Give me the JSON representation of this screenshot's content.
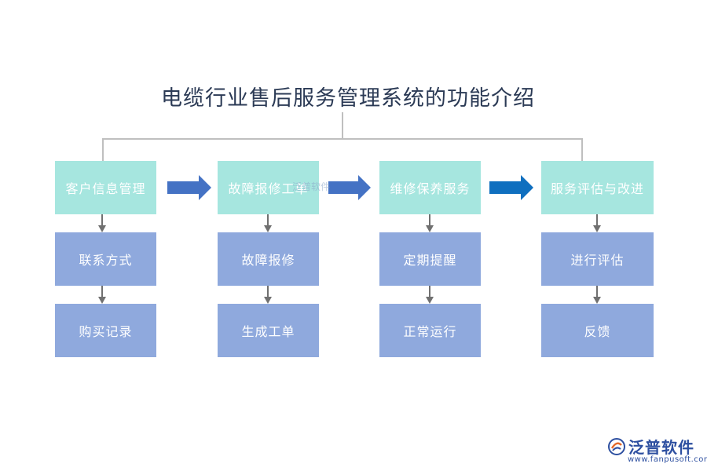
{
  "title": "电缆行业售后服务管理系统的功能介绍",
  "columns": [
    {
      "main": "客户信息管理",
      "steps": [
        "联系方式",
        "购买记录"
      ]
    },
    {
      "main": "故障报修工单",
      "steps": [
        "故障报修",
        "生成工单"
      ]
    },
    {
      "main": "维修保养服务",
      "steps": [
        "定期提醒",
        "正常运行"
      ]
    },
    {
      "main": "服务评估与改进",
      "steps": [
        "进行评估",
        "反馈"
      ]
    }
  ],
  "watermark": "泛普软件",
  "logo": {
    "text": "泛普软件",
    "url": "www.fanpusoft.com"
  },
  "colors": {
    "title": "#2b3a55",
    "main_box": "#a6e6df",
    "step_box": "#8fa9dd",
    "connector": "#bfbfbf",
    "down_arrow": "#707070",
    "flow_arrow_1": "#4472c4",
    "flow_arrow_2": "#4472c4",
    "flow_arrow_3": "#0f6fbf",
    "logo": "#2d4fa0"
  }
}
